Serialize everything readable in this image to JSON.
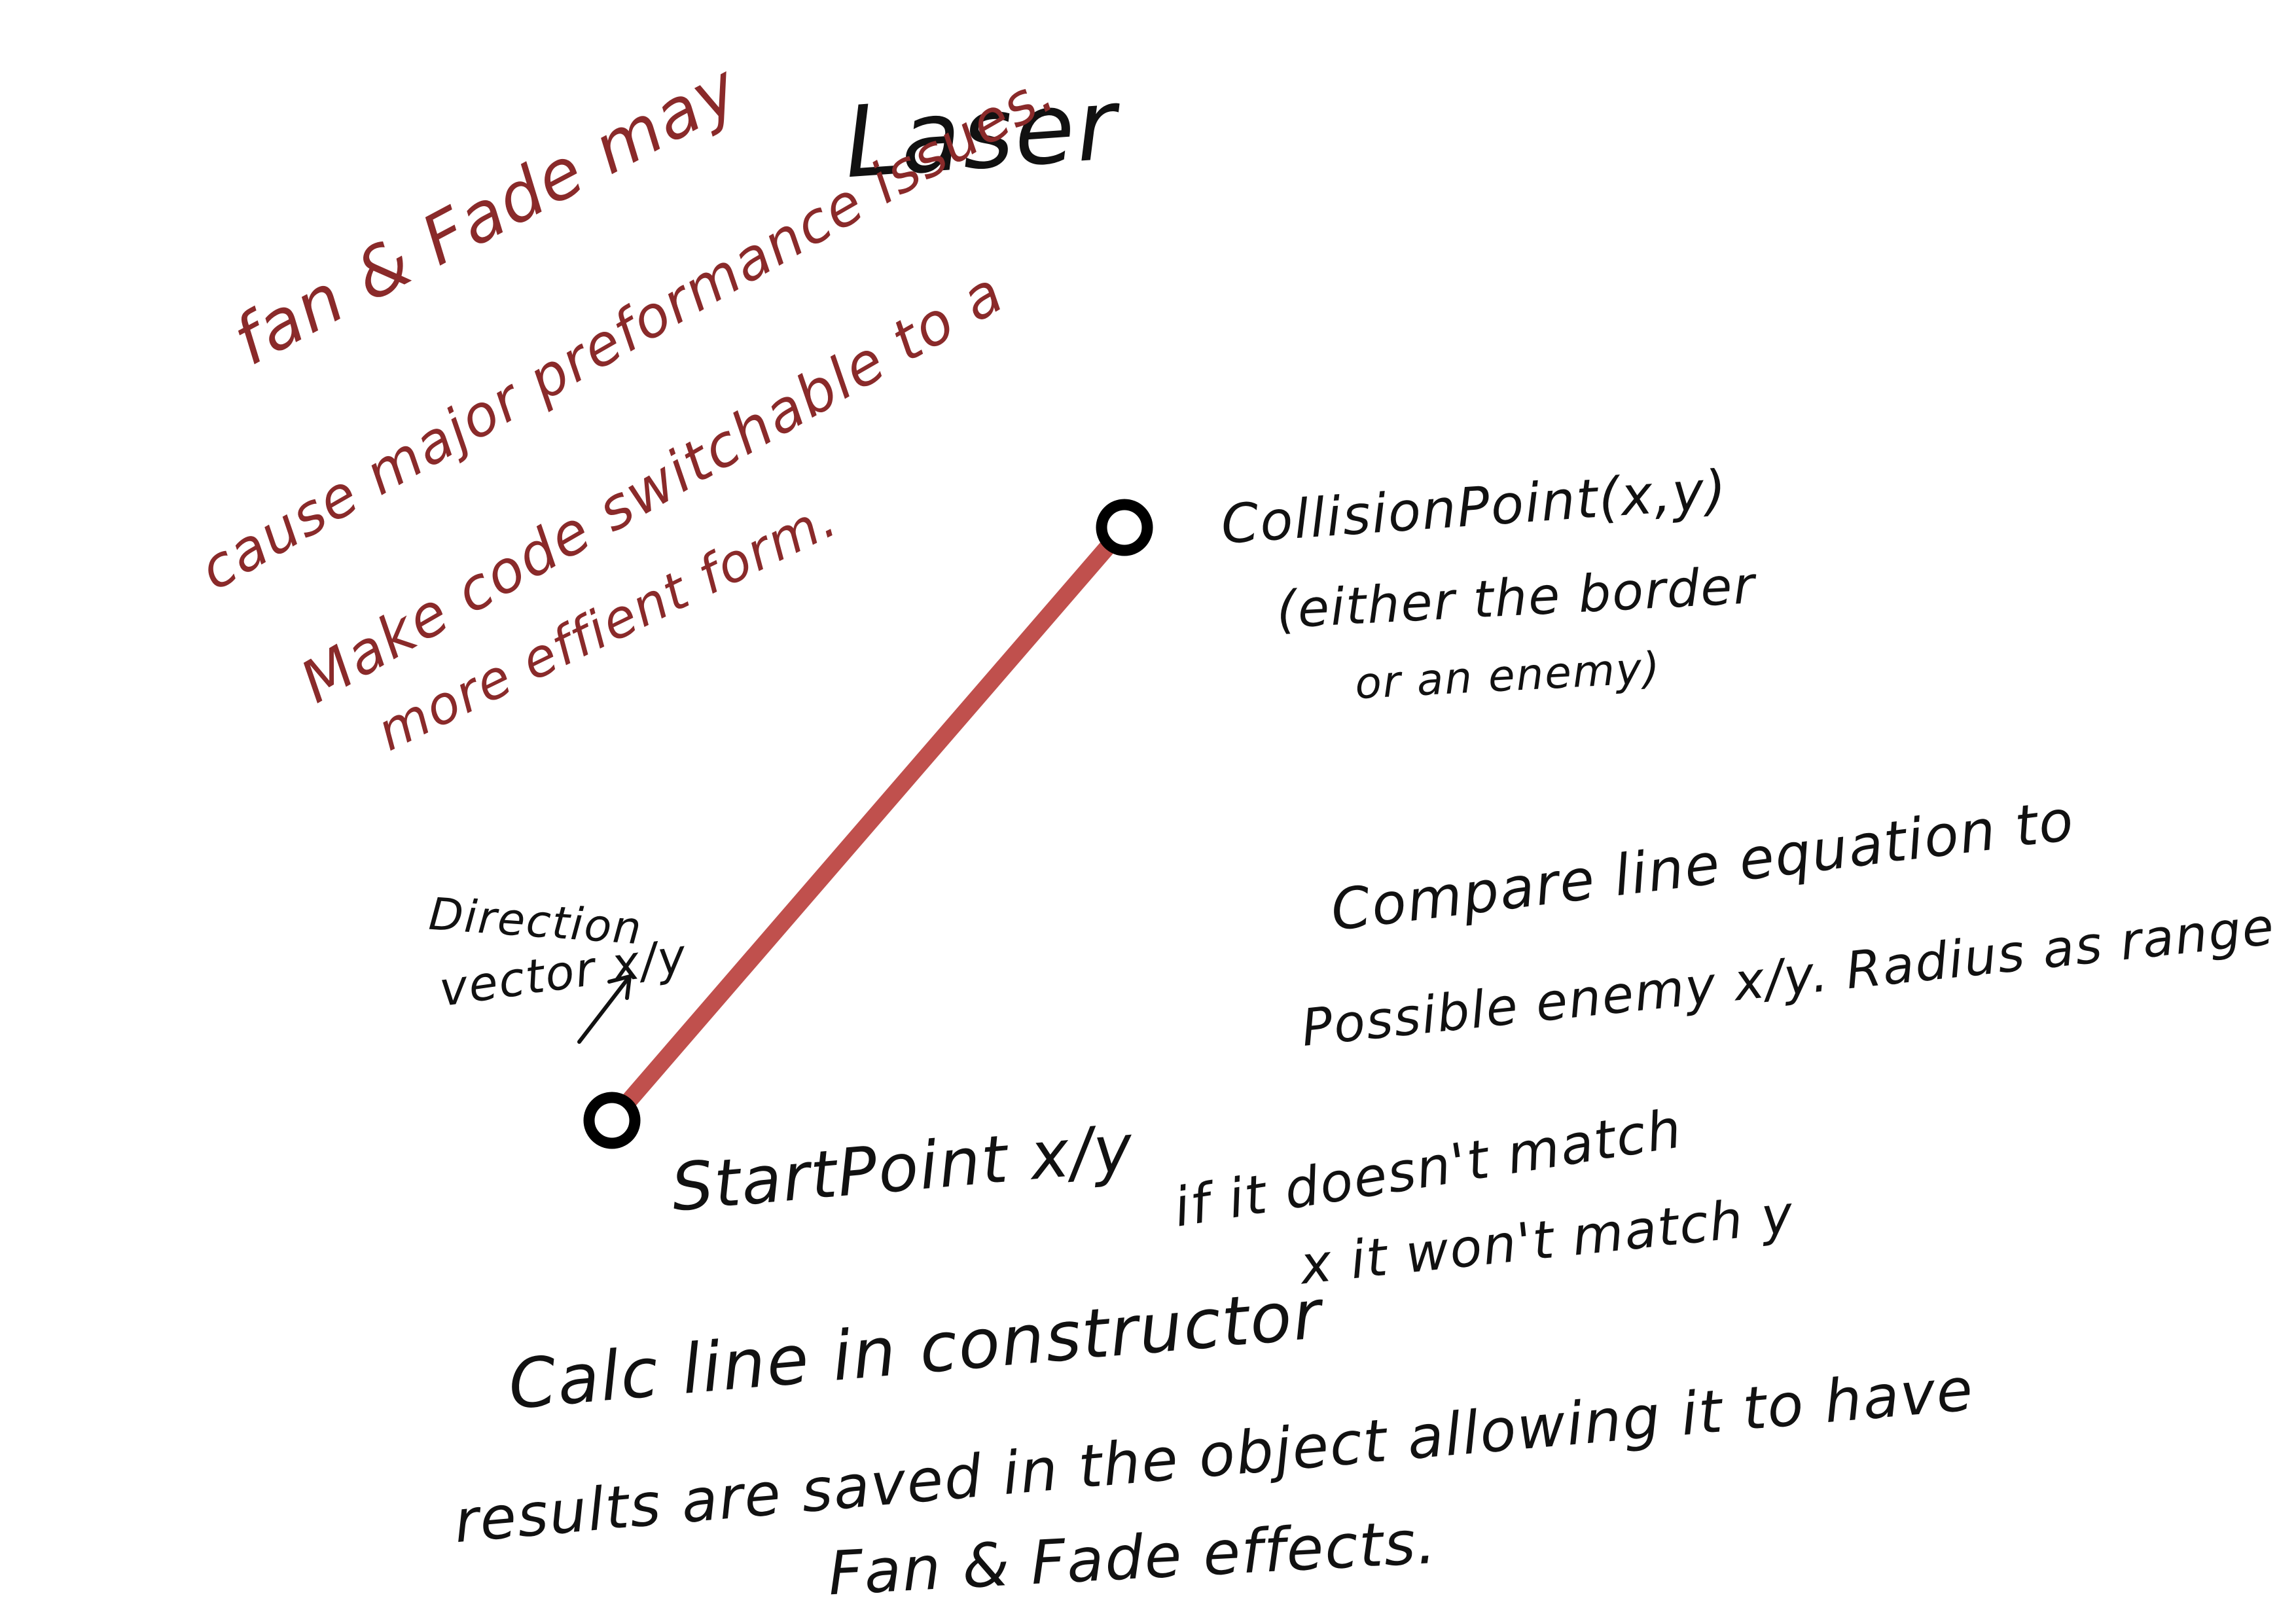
{
  "title": "Laser",
  "performance_note": {
    "line_1": "fan & Fade may",
    "line_2": "cause major preformance issues.",
    "line_3": "Make code switchable to a",
    "line_4": "more effient form."
  },
  "collision_point": {
    "label": "CollisionPoint(x,y)",
    "note_line_1": "(either the border",
    "note_line_2": "or an enemy)"
  },
  "compare_note": {
    "line_1": "Compare line equation to",
    "line_2": "Possible enemy x/y. Radius as range"
  },
  "direction_vector": {
    "line_1": "Direction",
    "line_2": "vector x/y"
  },
  "start_point": {
    "label": "StartPoint x/y"
  },
  "match_note": {
    "line_1": "if it doesn't match",
    "line_2": "x it won't match y"
  },
  "calc_note": {
    "line_1": "Calc line in constructor",
    "line_2": "results are saved in the object allowing it to have",
    "line_3": "Fan & Fade effects."
  },
  "colors": {
    "ink": "#111111",
    "note_red": "#8a2a2a",
    "laser_beam": "#c0504d"
  }
}
